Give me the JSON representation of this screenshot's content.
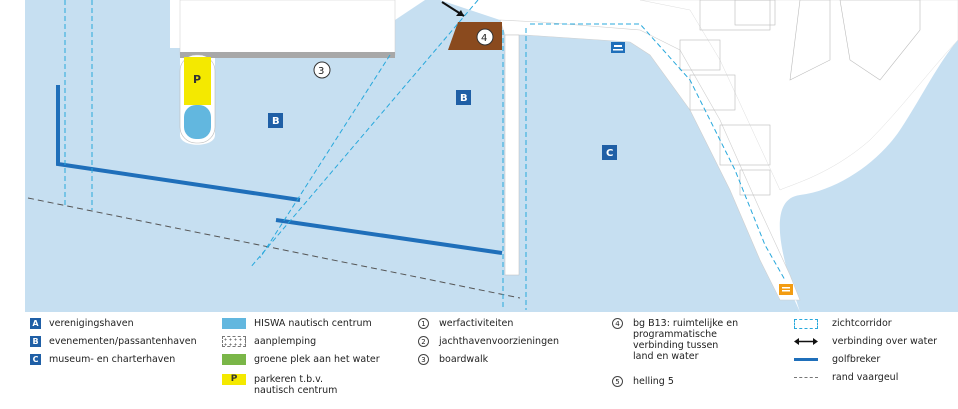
{
  "colors": {
    "water": "#c6dff1",
    "land": "#ffffff",
    "zone_square": "#1f5fa6",
    "hiswa": "#62b7df",
    "green": "#7ab648",
    "parking": "#f4e900",
    "development": "#8a4a1e",
    "breakwater": "#1f6fba",
    "zichtcorridor": "#28a8dc",
    "vaargeul": "#555555"
  },
  "map": {
    "labels": {
      "zone_b1": "B",
      "zone_b2": "B",
      "zone_c": "C",
      "num3": "3",
      "num4": "4",
      "parking": "P"
    },
    "icons": [
      "boat-icon",
      "ramp-icon"
    ]
  },
  "legend": {
    "col1": [
      {
        "code": "A",
        "label": "verenigingshaven"
      },
      {
        "code": "B",
        "label": "evenementen/passantenhaven"
      },
      {
        "code": "C",
        "label": "museum- en charterhaven"
      }
    ],
    "col2": [
      {
        "swatch": "hiswa",
        "label": "HISWA nautisch centrum"
      },
      {
        "swatch": "aanplemping",
        "label": "aanplemping"
      },
      {
        "swatch": "green",
        "label": "groene plek aan het water"
      },
      {
        "swatch": "parking",
        "code": "P",
        "label_line1": "parkeren t.b.v.",
        "label_line2": "nautisch centrum"
      }
    ],
    "col3": [
      {
        "num": "1",
        "label": "werfactiviteiten"
      },
      {
        "num": "2",
        "label": "jachthavenvoorzieningen"
      },
      {
        "num": "3",
        "label": "boardwalk"
      }
    ],
    "col4": [
      {
        "num": "4",
        "label_bold": "bg B13",
        "label_lines": [
          ": ruimtelijke en",
          "programmatische",
          "verbinding tussen",
          "land en water"
        ]
      },
      {
        "num": "5",
        "label": "helling 5"
      }
    ],
    "col5": [
      {
        "line": "zichtcorridor",
        "label": "zichtcorridor"
      },
      {
        "line": "verbinding",
        "label": "verbinding over water"
      },
      {
        "line": "golfbreker",
        "label": "golfbreker"
      },
      {
        "line": "vaargeul",
        "label": "rand vaargeul"
      }
    ]
  }
}
